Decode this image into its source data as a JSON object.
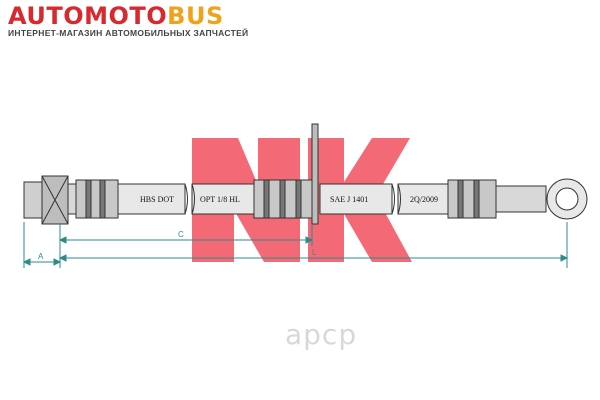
{
  "header": {
    "brand_part1": "AUTOMOTO",
    "brand_part2": "BUS",
    "tagline": "ИНТЕРНЕТ-МАГАЗИН АВТОМОБИЛЬНЫХ ЗАПЧАСТЕЙ",
    "colors": {
      "brand_red": "#d62a30",
      "brand_orange": "#f0a21c"
    }
  },
  "drawing": {
    "hose_labels": [
      "HBS DOT",
      "OPT 1/8 HL",
      "SAE J 1401",
      "2Q/2009"
    ],
    "dimensions": {
      "a": "A",
      "c": "C",
      "l": "L"
    },
    "logo_color": "#ee2a3c",
    "dimension_line_color": "#2e8b8b"
  },
  "watermark": {
    "text": "apcp"
  }
}
